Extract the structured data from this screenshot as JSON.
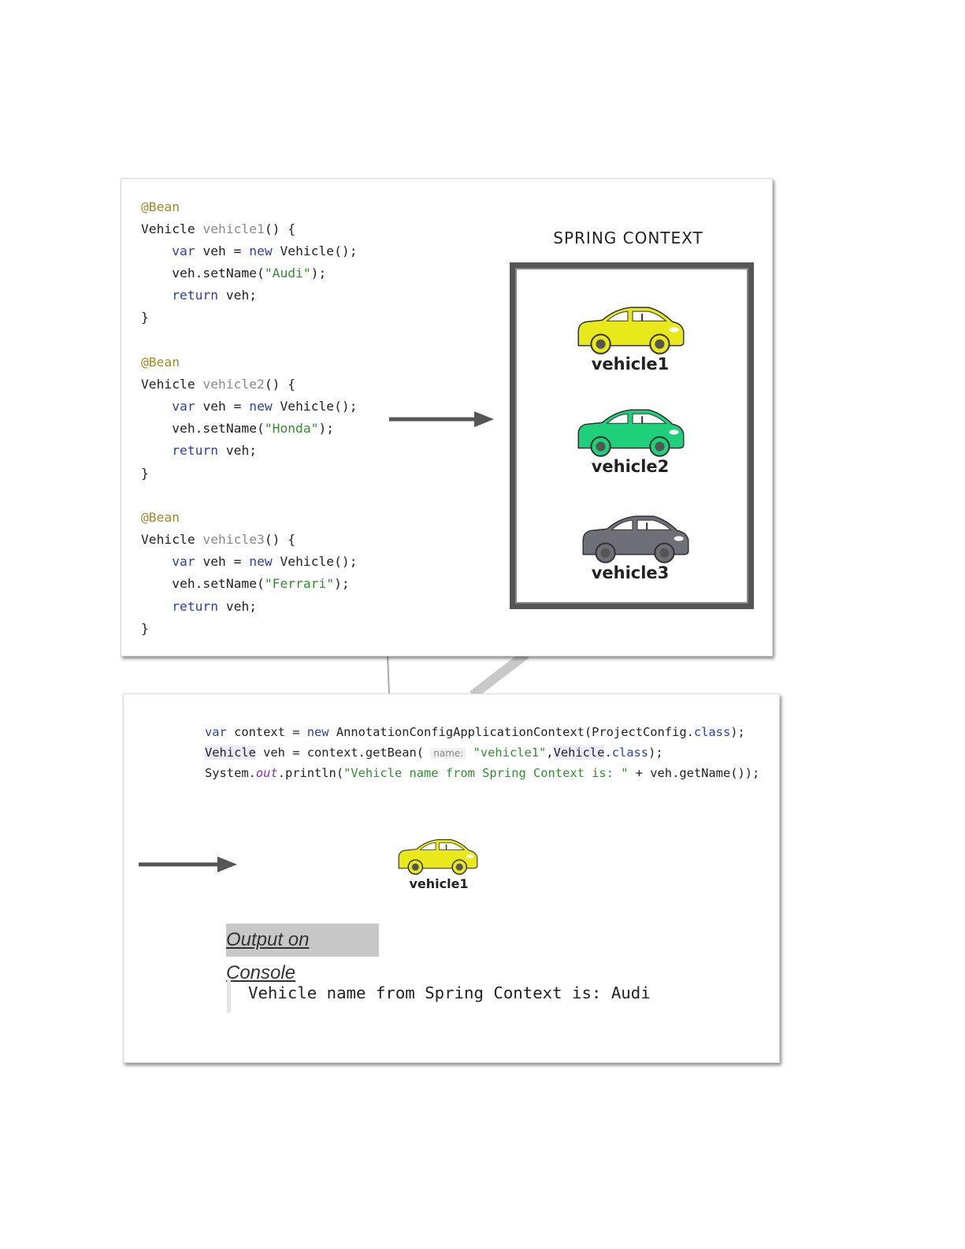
{
  "bean_code": [
    [
      [
        "t-ann",
        "@Bean"
      ]
    ],
    [
      [
        "t-plain",
        "Vehicle "
      ],
      [
        "t-fn",
        "vehicle1"
      ],
      [
        "t-plain",
        "() {"
      ]
    ],
    [
      [
        "t-plain",
        "    "
      ],
      [
        "t-kw",
        "var"
      ],
      [
        "t-plain",
        " veh = "
      ],
      [
        "t-kw",
        "new"
      ],
      [
        "t-plain",
        " Vehicle();"
      ]
    ],
    [
      [
        "t-plain",
        "    veh.setName("
      ],
      [
        "t-str",
        "\"Audi\""
      ],
      [
        "t-plain",
        ");"
      ]
    ],
    [
      [
        "t-plain",
        "    "
      ],
      [
        "t-kw",
        "return"
      ],
      [
        "t-plain",
        " veh;"
      ]
    ],
    [
      [
        "t-plain",
        "}"
      ]
    ],
    [],
    [
      [
        "t-ann",
        "@Bean"
      ]
    ],
    [
      [
        "t-plain",
        "Vehicle "
      ],
      [
        "t-fn",
        "vehicle2"
      ],
      [
        "t-plain",
        "() {"
      ]
    ],
    [
      [
        "t-plain",
        "    "
      ],
      [
        "t-kw",
        "var"
      ],
      [
        "t-plain",
        " veh = "
      ],
      [
        "t-kw",
        "new"
      ],
      [
        "t-plain",
        " Vehicle();"
      ]
    ],
    [
      [
        "t-plain",
        "    veh.setName("
      ],
      [
        "t-str",
        "\"Honda\""
      ],
      [
        "t-plain",
        ");"
      ]
    ],
    [
      [
        "t-plain",
        "    "
      ],
      [
        "t-kw",
        "return"
      ],
      [
        "t-plain",
        " veh;"
      ]
    ],
    [
      [
        "t-plain",
        "}"
      ]
    ],
    [],
    [
      [
        "t-ann",
        "@Bean"
      ]
    ],
    [
      [
        "t-plain",
        "Vehicle "
      ],
      [
        "t-fn",
        "vehicle3"
      ],
      [
        "t-plain",
        "() {"
      ]
    ],
    [
      [
        "t-plain",
        "    "
      ],
      [
        "t-kw",
        "var"
      ],
      [
        "t-plain",
        " veh = "
      ],
      [
        "t-kw",
        "new"
      ],
      [
        "t-plain",
        " Vehicle();"
      ]
    ],
    [
      [
        "t-plain",
        "    veh.setName("
      ],
      [
        "t-str",
        "\"Ferrari\""
      ],
      [
        "t-plain",
        ");"
      ]
    ],
    [
      [
        "t-plain",
        "    "
      ],
      [
        "t-kw",
        "return"
      ],
      [
        "t-plain",
        " veh;"
      ]
    ],
    [
      [
        "t-plain",
        "}"
      ]
    ]
  ],
  "main_code": [
    [
      [
        "t-kw",
        "var"
      ],
      [
        "t-plain",
        " context = "
      ],
      [
        "t-kw",
        "new"
      ],
      [
        "t-plain",
        " AnnotationConfigApplicationContext(ProjectConfig."
      ],
      [
        "t-kw",
        "class"
      ],
      [
        "t-plain",
        ");"
      ]
    ],
    [
      [
        "t-type",
        "Vehicle"
      ],
      [
        "t-plain",
        " veh = context.getBean( "
      ],
      [
        "t-hint",
        "name:"
      ],
      [
        "t-plain",
        " "
      ],
      [
        "t-str",
        "\"vehicle1\""
      ],
      [
        "t-plain",
        ","
      ],
      [
        "t-type",
        "Vehicle"
      ],
      [
        "t-plain",
        "."
      ],
      [
        "t-kw",
        "class"
      ],
      [
        "t-plain",
        ");"
      ]
    ],
    [
      [
        "t-plain",
        "System."
      ],
      [
        "t-field",
        "out"
      ],
      [
        "t-plain",
        ".println("
      ],
      [
        "t-str",
        "\"Vehicle name from Spring Context is: \""
      ],
      [
        "t-plain",
        " + veh.getName());"
      ]
    ]
  ],
  "spring_context": {
    "title": "SPRING CONTEXT",
    "vehicles": [
      {
        "label": "vehicle1",
        "color": "#e8e81a"
      },
      {
        "label": "vehicle2",
        "color": "#1fd07a"
      },
      {
        "label": "vehicle3",
        "color": "#6e6f78"
      }
    ]
  },
  "result_vehicle": {
    "label": "vehicle1",
    "color": "#e8e81a"
  },
  "output": {
    "heading": "Output on Console",
    "console_text": "Vehicle name from Spring Context is: Audi"
  }
}
